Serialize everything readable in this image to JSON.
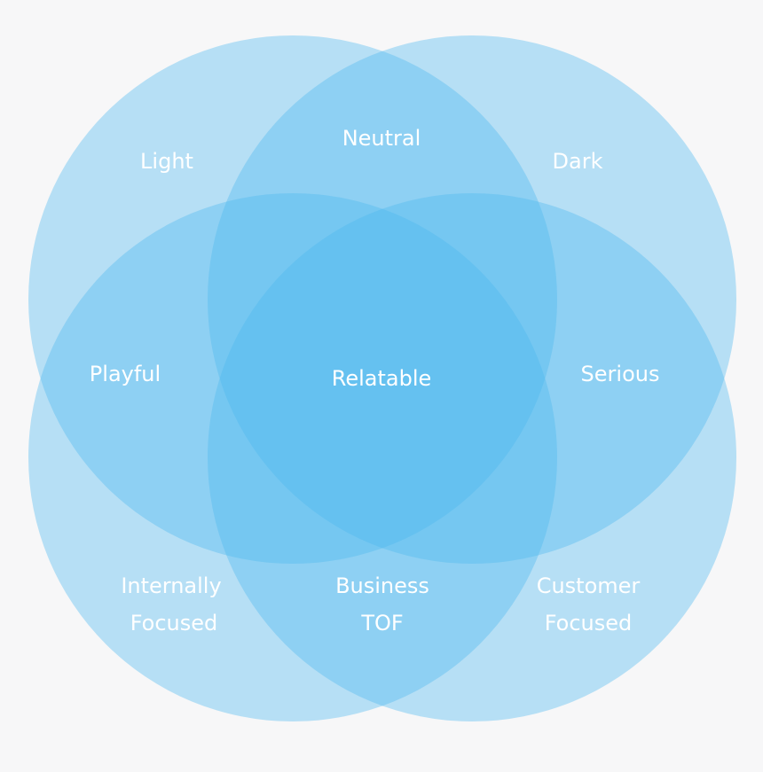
{
  "diagram": {
    "background": "#f7f7f8",
    "circle_color": "#4db8f0",
    "label_color": "#ffffff",
    "labels": {
      "light": "Light",
      "neutral": "Neutral",
      "dark": "Dark",
      "playful": "Playful",
      "relatable": "Relatable",
      "serious": "Serious",
      "internally": "Internally",
      "focused_left": "Focused",
      "business": "Business",
      "tof": "TOF",
      "customer": "Customer",
      "focused_right": "Focused"
    }
  }
}
